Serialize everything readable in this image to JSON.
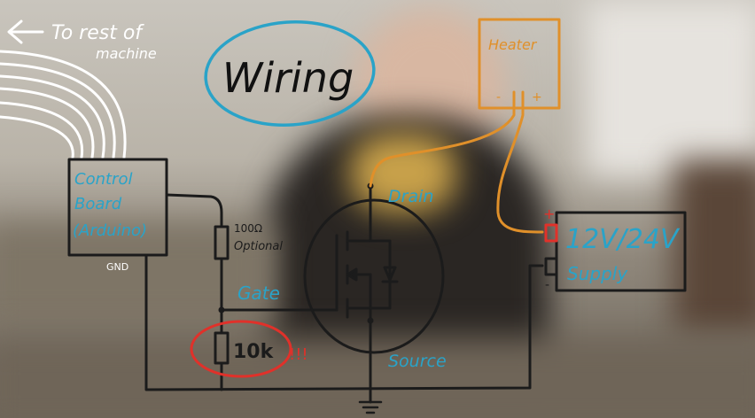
{
  "diagram": {
    "title": "Wiring",
    "arrow_label_line1": "To rest of",
    "arrow_label_line2": "machine",
    "control_board_line1": "Control",
    "control_board_line2": "Board",
    "control_board_line3": "(Arduino)",
    "gnd_label": "GND",
    "resistor1_value": "100Ω",
    "resistor1_note": "Optional",
    "gate_label": "Gate",
    "resistor2_value": "10k",
    "resistor2_emphasis": "!!!",
    "drain_label": "Drain",
    "source_label": "Source",
    "heater_label": "Heater",
    "heater_minus": "-",
    "heater_plus": "+",
    "supply_line1": "12V/24V",
    "supply_line2": "Supply",
    "supply_plus": "+",
    "supply_minus": "-"
  },
  "colors": {
    "ink": "#1b1b1b",
    "blue": "#2aa3c8",
    "orange": "#e0902a",
    "red": "#e0312a",
    "white": "#ffffff"
  }
}
